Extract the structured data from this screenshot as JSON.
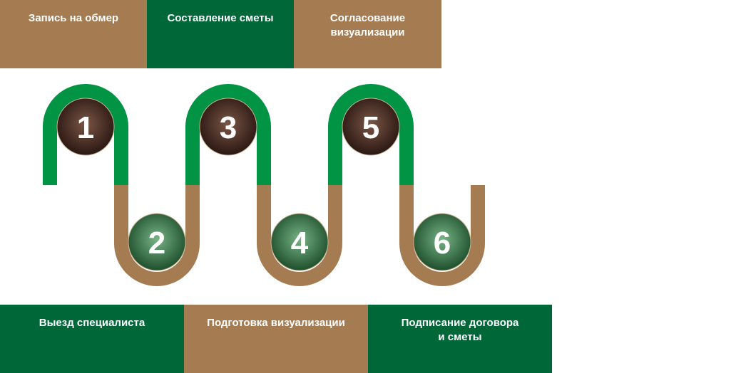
{
  "top_steps": [
    {
      "label": "Запись на обмер"
    },
    {
      "label": "Составление сметы"
    },
    {
      "label": "Согласование\nвизуализации"
    }
  ],
  "bottom_steps": [
    {
      "label": "Выезд специалиста"
    },
    {
      "label": "Подготовка визуализации"
    },
    {
      "label": "Подписание договора\nи сметы"
    }
  ],
  "markers": [
    "1",
    "2",
    "3",
    "4",
    "5",
    "6"
  ],
  "colors": {
    "brown": "#a57c52",
    "dark_green": "#006838",
    "path_green": "#009444"
  }
}
